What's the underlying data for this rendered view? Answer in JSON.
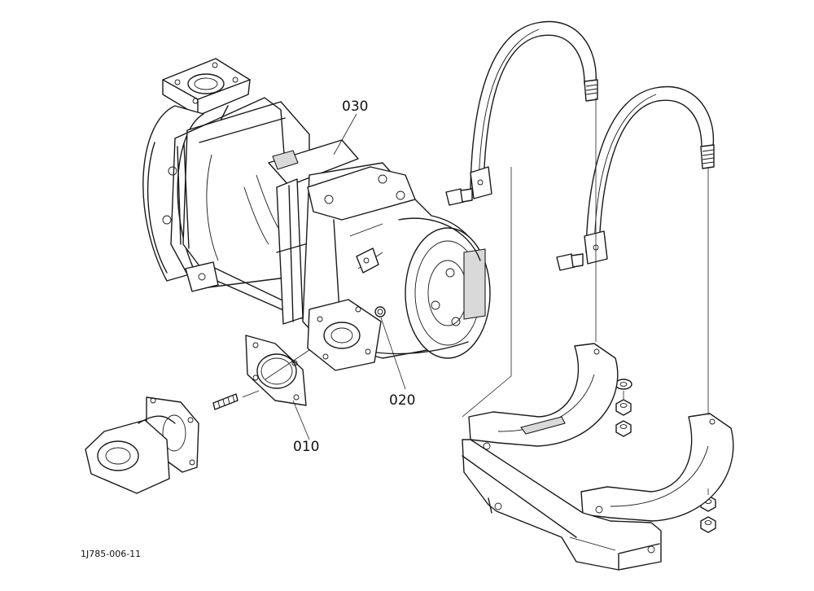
{
  "callouts": {
    "part_010": "010",
    "part_020": "020",
    "part_030": "030"
  },
  "drawing_code": "1J785-006-11",
  "colors": {
    "line": "#1a1a1a",
    "background": "#ffffff",
    "shade": "#d9d9d9"
  }
}
